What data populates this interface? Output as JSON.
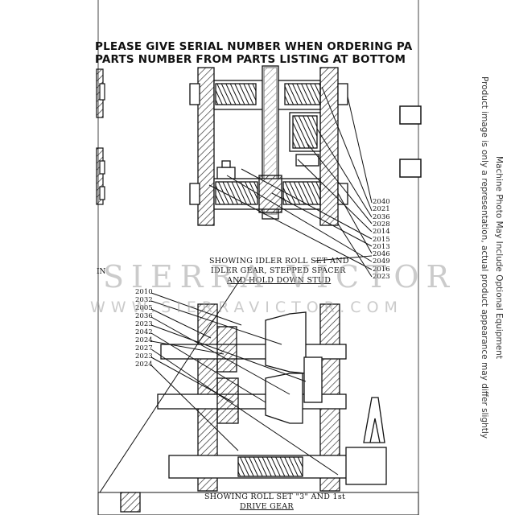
{
  "heading": {
    "line1": "PLEASE GIVE SERIAL NUMBER WHEN ORDERING PA",
    "line2": "PARTS NUMBER FROM PARTS LISTING AT BOTTOM"
  },
  "upper_assembly": {
    "caption_line1": "SHOWING IDLER ROLL SET AND",
    "caption_line2": "IDLER GEAR, STEPPED SPACER",
    "caption_line3": "AND HOLD DOWN STUD",
    "part_numbers": [
      "2040",
      "2021",
      "2036",
      "2028",
      "2014",
      "2015",
      "2013",
      "2046",
      "2049",
      "2016",
      "2023"
    ]
  },
  "lower_assembly": {
    "caption_line1": "SHOWING ROLL SET \"3\" AND 1st",
    "caption_line2": "DRIVE GEAR",
    "part_numbers": [
      "2010",
      "2032",
      "2005",
      "2036",
      "2023",
      "2042",
      "2024",
      "2027",
      "2023",
      "2024"
    ]
  },
  "left_fragment_text": "IN",
  "watermark": {
    "line1": "SIERRA VICTOR",
    "line2": "WWW.SIERRAVICTOR.COM"
  },
  "disclaimer": {
    "line1": "Machine Photo May Include Optional Equipment",
    "line2": "Product image is only a representation, actual product appearance may differ slightly"
  }
}
